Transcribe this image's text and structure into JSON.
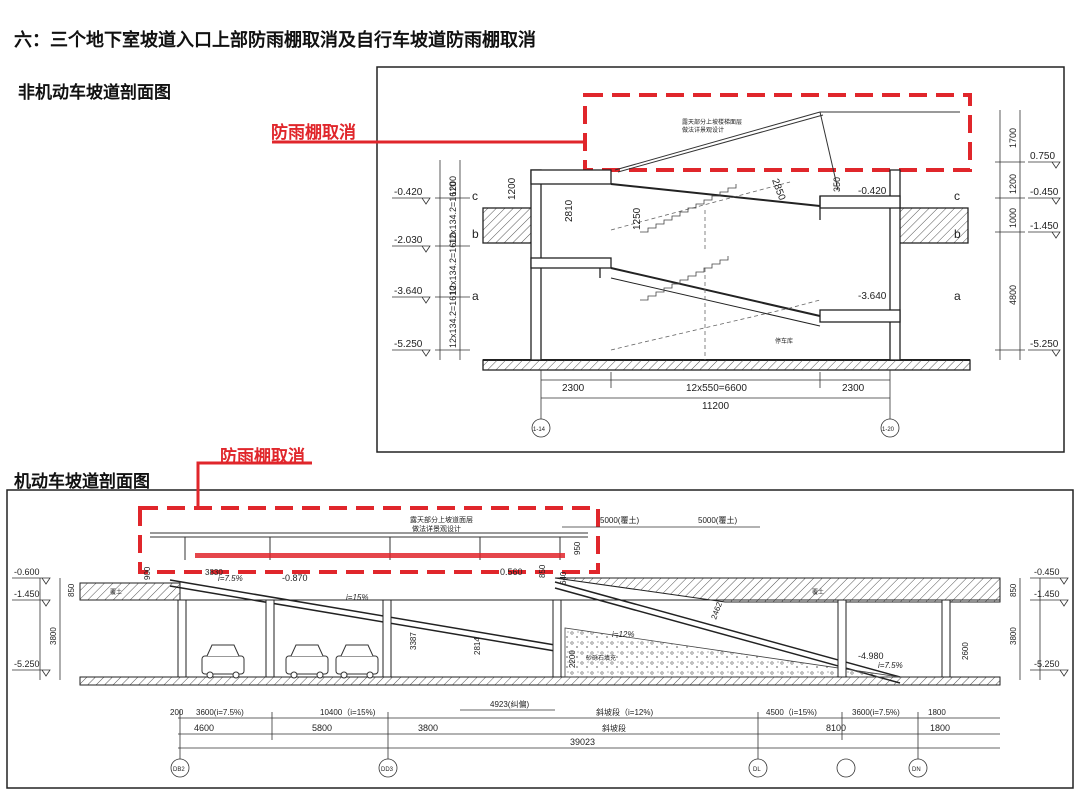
{
  "titles": {
    "main": "六：三个地下室坡道入口上部防雨棚取消及自行车坡道防雨棚取消",
    "section1": "非机动车坡道剖面图",
    "section2": "机动车坡道剖面图"
  },
  "callouts": {
    "upper": "防雨棚取消",
    "lower": "防雨棚取消"
  },
  "colors": {
    "callout_red": "#e0262b",
    "line_dark": "#222222",
    "hatch": "#555555"
  },
  "upper_drawing": {
    "levels_left": [
      "-0.420",
      "-2.030",
      "-3.640",
      "-5.250"
    ],
    "levels_right": [
      "0.750",
      "-0.450",
      "-1.450",
      "-5.250"
    ],
    "levels_inner": [
      "-0.420",
      "-3.640"
    ],
    "dims_left_vertical": [
      "1200",
      "12x134.2=1610",
      "12x134.2=1610",
      "12x134.2=1610"
    ],
    "dims_inner": [
      "1200",
      "2810",
      "1250",
      "2850",
      "350"
    ],
    "dims_right_vertical": [
      "1700",
      "1200",
      "1000",
      "4800"
    ],
    "section_marks": [
      "c",
      "b",
      "a",
      "c",
      "b",
      "a"
    ],
    "dims_bottom": [
      "2300",
      "12x550=6600",
      "2300",
      "11200"
    ],
    "axes": [
      "1-14",
      "1-20"
    ],
    "notes": [
      "露天部分上坡楼梯面层",
      "做法详景观设计",
      "停车库"
    ]
  },
  "lower_drawing": {
    "levels_left": [
      "-0.600",
      "-1.450",
      "-5.250"
    ],
    "levels_right": [
      "-0.450",
      "-1.450",
      "-5.250"
    ],
    "levels_inner": [
      "-0.870",
      "0.560",
      "-4.980"
    ],
    "slopes": [
      "i=7.5%",
      "i=15%",
      "i=12%",
      "i=7.5%"
    ],
    "dims_left_vertical": [
      "900",
      "850",
      "3800"
    ],
    "dims_inner": [
      "3387",
      "2814",
      "2200",
      "2462",
      "2600",
      "950",
      "850",
      "640",
      "3830"
    ],
    "dims_right_vertical": [
      "850",
      "3800"
    ],
    "dims_top": [
      "5000(覆土)",
      "5000(覆土)"
    ],
    "note": [
      "露天部分上坡道面层",
      "做法详景观设计"
    ],
    "fill_labels": [
      "砂砾石填充",
      "覆土",
      "覆土"
    ],
    "dims_row1": [
      "200",
      "3600(i=7.5%)",
      "10400（i=15%)",
      "4923(纠偏)",
      "斜坡段（i=12%)",
      "4500（i=15%)",
      "3600(i=7.5%)",
      "1800"
    ],
    "dims_row2": [
      "4600",
      "5800",
      "3800",
      "斜坡段",
      "8100",
      "1800"
    ],
    "dims_total": "39023",
    "axes": [
      "DB2",
      "DD3",
      "DL",
      "DN"
    ]
  }
}
